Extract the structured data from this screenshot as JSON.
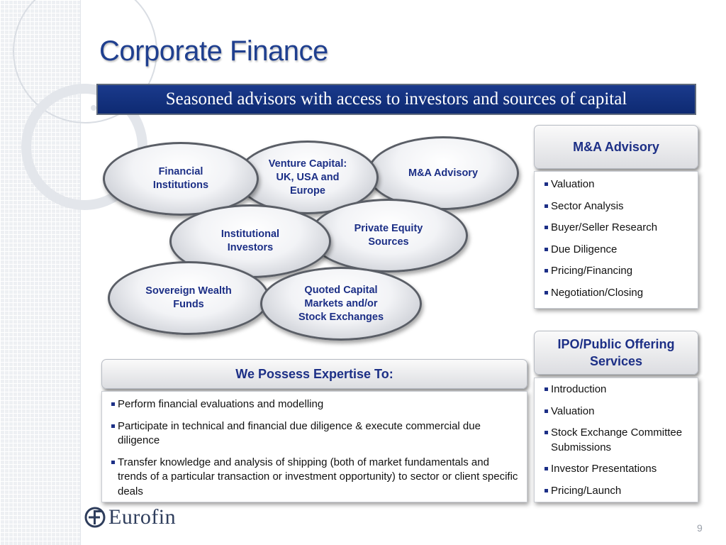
{
  "slide": {
    "title": "Corporate Finance",
    "banner": "Seasoned advisors with access to investors and sources of capital",
    "page_number": "9"
  },
  "ovals": {
    "financial_institutions": [
      "Financial",
      "Institutions"
    ],
    "venture_capital": [
      "Venture Capital:",
      "UK, USA and",
      "Europe"
    ],
    "ma_advisory": [
      "M&A Advisory"
    ],
    "private_equity": [
      "Private Equity",
      "Sources"
    ],
    "institutional_investors": [
      "Institutional",
      "Investors"
    ],
    "sovereign_wealth": [
      "Sovereign Wealth",
      "Funds"
    ],
    "quoted_capital": [
      "Quoted Capital",
      "Markets and/or",
      "Stock Exchanges"
    ]
  },
  "expertise": {
    "header": "We Possess Expertise To:",
    "items": [
      "Perform financial evaluations and modelling",
      "Participate in technical and financial due diligence & execute commercial due diligence",
      "Transfer knowledge and analysis of shipping (both of market fundamentals and trends of a particular transaction or investment opportunity) to sector or client specific deals"
    ]
  },
  "ma_advisory": {
    "header": "M&A Advisory",
    "items": [
      "Valuation",
      "Sector Analysis",
      "Buyer/Seller Research",
      "Due Diligence",
      "Pricing/Financing",
      "Negotiation/Closing"
    ]
  },
  "ipo": {
    "header": "IPO/Public Offering Services",
    "items": [
      "Introduction",
      "Valuation",
      "Stock Exchange Committee Submissions",
      "Investor Presentations",
      "Pricing/Launch"
    ]
  },
  "logo": {
    "text": "Eurofin"
  },
  "colors": {
    "title": "#1f3f8f",
    "banner_bg": "#0e2a72",
    "oval_text": "#1c2f86",
    "bullet": "#1c2f86"
  }
}
